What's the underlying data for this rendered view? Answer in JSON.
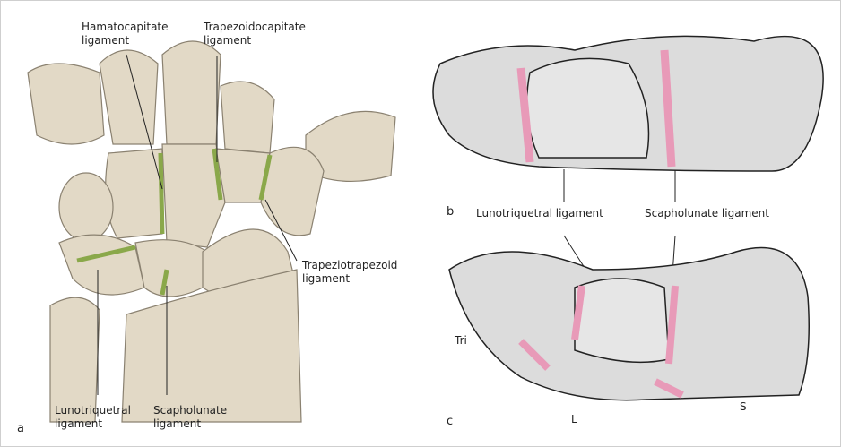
{
  "panel_a": {
    "letter": "a",
    "labels": {
      "hamatocapitate": [
        "Hamatocapitate",
        "ligament"
      ],
      "trapezoidocapitate": [
        "Trapezoidocapitate",
        "ligament"
      ],
      "trapeziotrapezoid": [
        "Trapeziotrapezoid",
        "ligament"
      ],
      "lunotriquetral": [
        "Lunotriquetral",
        "ligament"
      ],
      "scapholunate": [
        "Scapholunate",
        "ligament"
      ]
    }
  },
  "panel_b": {
    "letter": "b",
    "labels": {
      "lunotriquetral": "Lunotriquetral ligament",
      "scapholunate": "Scapholunate ligament"
    }
  },
  "panel_c": {
    "letter": "c",
    "labels": {
      "tri": "Tri",
      "l": "L",
      "s": "S"
    }
  },
  "colors": {
    "bone": "#e2d9c6",
    "ligament_green": "#8aa84a",
    "ligament_pink": "#e89ab8",
    "stipple": "#d8d8d8"
  }
}
